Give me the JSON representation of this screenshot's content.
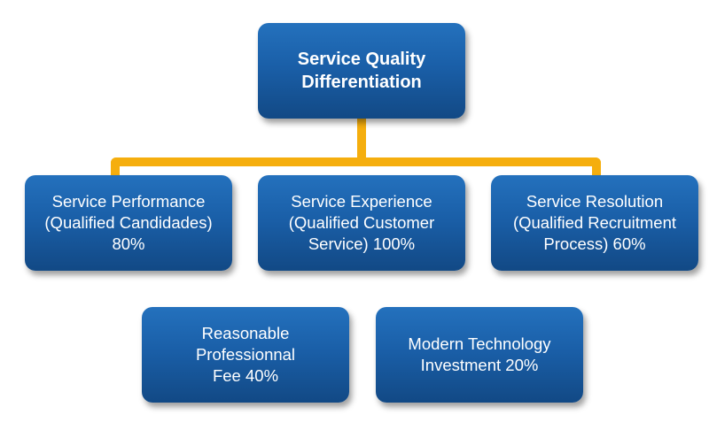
{
  "diagram": {
    "root": {
      "label": "Service Quality\nDifferentiation"
    },
    "nodes": [
      {
        "label": "Service Performance\n(Qualified Candidades)\n80%"
      },
      {
        "label": "Service Experience\n(Qualified Customer\nService) 100%"
      },
      {
        "label": "Service Resolution\n(Qualified Recruitment\nProcess) 60%"
      },
      {
        "label": "Reasonable\nProfessionnal\nFee 40%"
      },
      {
        "label": "Modern Technology\nInvestment 20%"
      }
    ],
    "colors": {
      "box": "#1a5fa8",
      "connector": "#f5ae0e",
      "text": "#ffffff"
    }
  }
}
